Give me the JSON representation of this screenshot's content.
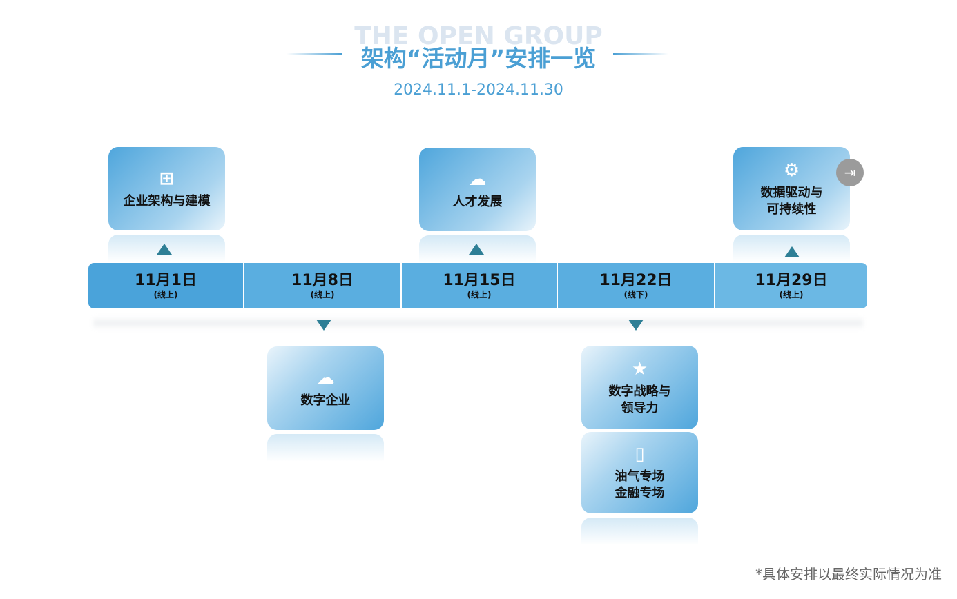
{
  "header": {
    "watermark": "THE OPEN GROUP",
    "title": "架构“活动月”安排一览",
    "date_range": "2024.11.1-2024.11.30"
  },
  "timeline": [
    {
      "date": "11月1日",
      "mode": "(线上)"
    },
    {
      "date": "11月8日",
      "mode": "(线上)"
    },
    {
      "date": "11月15日",
      "mode": "(线上)"
    },
    {
      "date": "11月22日",
      "mode": "(线下)"
    },
    {
      "date": "11月29日",
      "mode": "(线上)"
    }
  ],
  "cards": {
    "c1": {
      "icon": "org-chart-icon",
      "label": "企业架构与建模"
    },
    "c2": {
      "icon": "cloud-upload-icon",
      "label": "数字企业"
    },
    "c3": {
      "icon": "people-cloud-icon",
      "label": "人才发展"
    },
    "c4": {
      "icon": "map-pin-star-icon",
      "line1": "数字战略与",
      "line2": "领导力"
    },
    "c5": {
      "icon": "server-icon",
      "line1": "油气专场",
      "line2": "金融专场"
    },
    "c6": {
      "icon": "gears-icon",
      "line1": "数据驱动与",
      "line2": "可持续性"
    }
  },
  "footnote": "*具体安排以最终实际情况为准"
}
